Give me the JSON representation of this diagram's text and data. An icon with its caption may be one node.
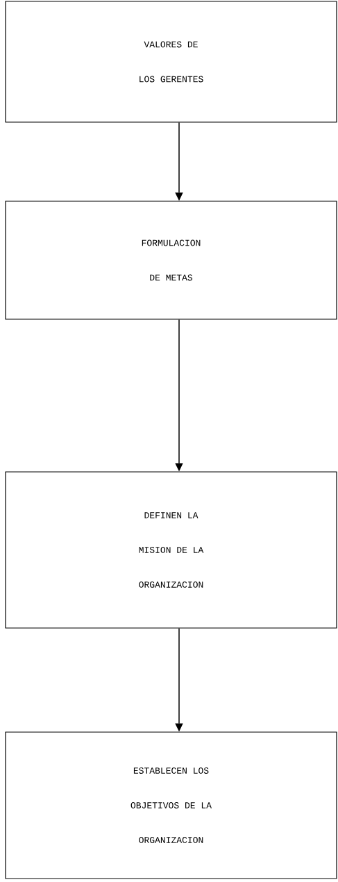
{
  "diagram": {
    "nodes": [
      {
        "text": [
          "VALORES DE LOS GERENTES"
        ]
      },
      {
        "text": [
          "FORMULACION DE METAS"
        ]
      },
      {
        "text": [
          "DEFINEN LA MISION DE LA ORGANIZACION"
        ]
      },
      {
        "text": [
          "ESTABLECEN LOS OBJETIVOS DE LA ORGANIZACION"
        ]
      }
    ],
    "edges": [
      {
        "from": 0,
        "to": 1,
        "arrow": "to"
      },
      {
        "from": 1,
        "to": 2,
        "arrow": "to"
      },
      {
        "from": 2,
        "to": 3,
        "arrow": "to"
      }
    ]
  }
}
